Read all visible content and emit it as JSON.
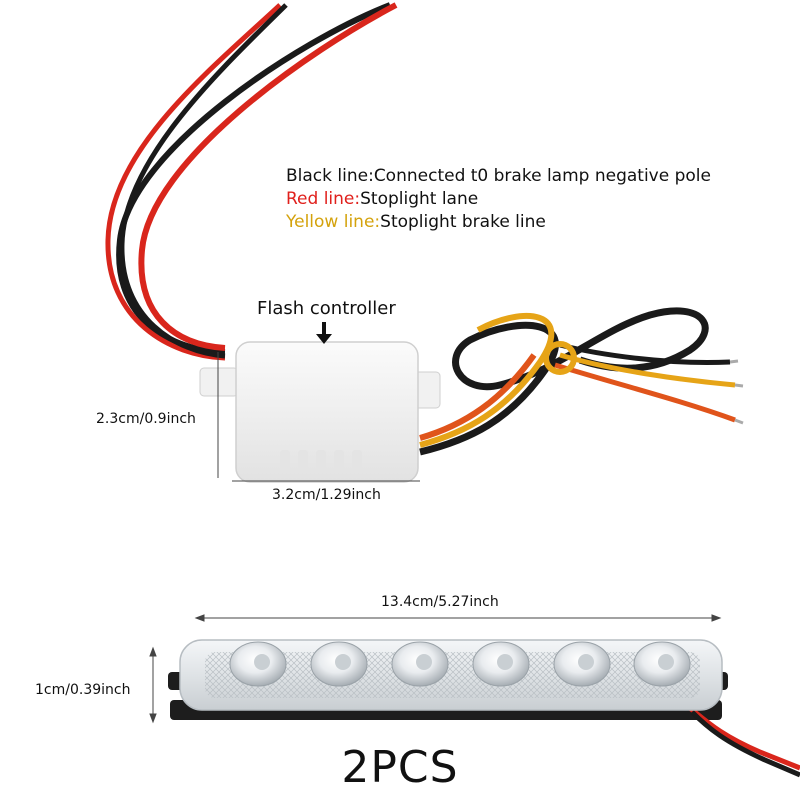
{
  "legend": {
    "black_prefix": "Black line:",
    "black_text": "Connected t0 brake lamp negative pole",
    "red_prefix": "Red line:",
    "red_text": "Stoplight lane",
    "yellow_prefix": "Yellow line:",
    "yellow_text": "Stoplight brake line"
  },
  "labels": {
    "controller": "Flash controller",
    "controller_height": "2.3cm/0.9inch",
    "controller_width": "3.2cm/1.29inch",
    "strip_length": "13.4cm/5.27inch",
    "strip_height": "1cm/0.39inch",
    "quantity": "2PCS"
  },
  "colors": {
    "red_wire": "#d9261c",
    "black_wire": "#1a1a1a",
    "yellow_wire": "#e6a417",
    "orange_wire": "#e0541b",
    "legend_red": "#e0201c",
    "legend_yellow": "#d4a20c"
  }
}
